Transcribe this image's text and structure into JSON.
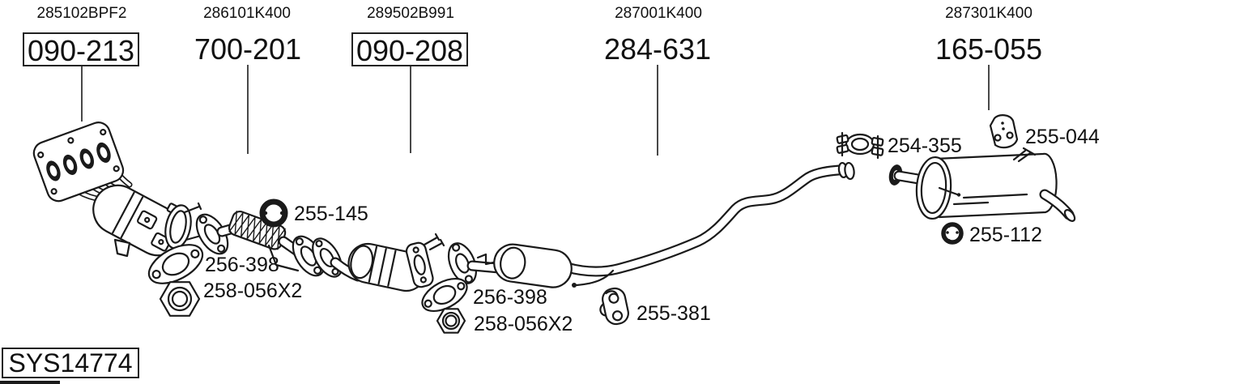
{
  "system_code": "SYS14774",
  "colors": {
    "ink": "#1a1a1a",
    "background": "#ffffff"
  },
  "assemblies": [
    {
      "oem_number": "285102BPF2",
      "part_number": "090-213",
      "boxed": true,
      "drawing": "manifold-with-catalytic-converter"
    },
    {
      "oem_number": "286101K400",
      "part_number": "700-201",
      "boxed": false,
      "drawing": "flexible-pipe"
    },
    {
      "oem_number": "289502B991",
      "part_number": "090-208",
      "boxed": true,
      "drawing": "catalytic-converter"
    },
    {
      "oem_number": "287001K400",
      "part_number": "284-631",
      "boxed": false,
      "drawing": "center-muffler-with-pipe"
    },
    {
      "oem_number": "287301K400",
      "part_number": "165-055",
      "boxed": false,
      "drawing": "rear-muffler"
    }
  ],
  "fittings": [
    {
      "label": "255-145",
      "icon": "rubber-mount-ring-icon"
    },
    {
      "label": "256-398",
      "icon": "flange-gasket-icon"
    },
    {
      "label": "258-056X2",
      "icon": "hex-nut-icon"
    },
    {
      "label": "256-398",
      "icon": "flange-gasket-icon"
    },
    {
      "label": "258-056X2",
      "icon": "hex-nut-icon"
    },
    {
      "label": "255-381",
      "icon": "rubber-hanger-icon"
    },
    {
      "label": "254-355",
      "icon": "pipe-clamp-icon"
    },
    {
      "label": "255-044",
      "icon": "rubber-mount-bracket-icon"
    },
    {
      "label": "255-112",
      "icon": "rubber-mount-ring-icon"
    }
  ]
}
